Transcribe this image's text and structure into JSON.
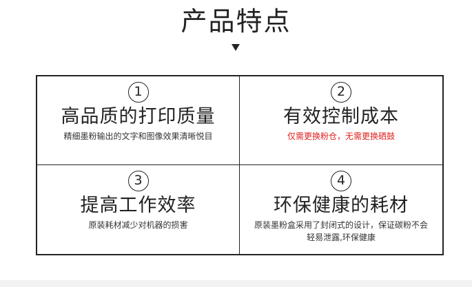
{
  "title": "产品特点",
  "features": [
    {
      "number": "1",
      "title": "高品质的打印质量",
      "desc": "精细墨粉输出的文字和图像效果清晰悦目"
    },
    {
      "number": "2",
      "title": "有效控制成本",
      "desc": "仅需更换粉仓，无需更换硒鼓",
      "desc_color": "#e02020"
    },
    {
      "number": "3",
      "title": "提高工作效率",
      "desc": "原装耗材减少对机器的损害"
    },
    {
      "number": "4",
      "title": "环保健康的耗材",
      "desc": "原装墨粉盒采用了封闭式的设计，保证碳粉不会轻易泄露,环保健康"
    }
  ]
}
